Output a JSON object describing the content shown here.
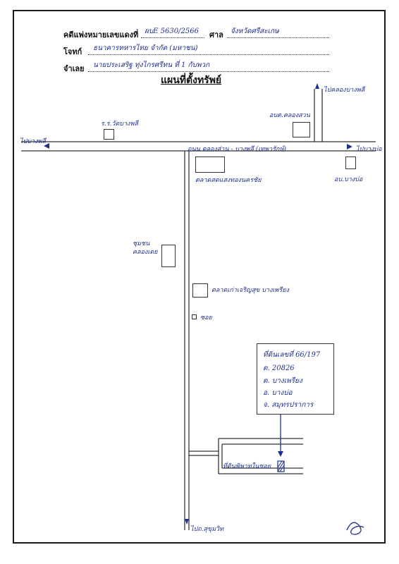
{
  "header": {
    "case_label": "คดีแพ่งหมายเลขแดงที่",
    "case_number": "ผบE 5630/2566",
    "court_label": "ศาล",
    "court_name": "จังหวัดศรีสะเกษ",
    "plaintiff_label": "โจทก์",
    "plaintiff_name": "ธนาคารทหารไทย จำกัด (มหาชน)",
    "defendant_label": "จำเลย",
    "defendant_name": "นายประเสริฐ ทุ่งไกรศรีทน ที่ 1 กับพวก"
  },
  "title": "แผนที่ตั้งทรัพย์",
  "map": {
    "road_left_label": "ไปบางพลี",
    "road_right_label": "ไปบางบ่อ",
    "main_road_label": "ถนน ตลองส่าน - บางพลี (เทพารักษ์)",
    "top_right_label": "ไปคลองบางพลี",
    "school_label": "ร.ร.วัดบางพลี",
    "district_office_label": "อบต.คลองสวน",
    "right_box_label": "อบ.บางบ่อ",
    "market_label": "ตลาดสดแสงทองนครชัย",
    "village_label": "ชุมชน\nคลองเตย",
    "shop_label": "ตลาดเก่าเจริญสุข บางเพรียง",
    "small_box_label": "ซอย",
    "property_label": "ที่ดินพิพาทในซอย",
    "bottom_label": "ไปถ.สุขุมวิท"
  },
  "info": {
    "line1": "ที่ดินเลขที่ 66/197",
    "line2": "ต. 20826",
    "line3": "ต. บางเพรียง",
    "line4": "อ. บางบ่อ",
    "line5": "จ. สมุทรปราการ"
  },
  "signature": "ๆ"
}
